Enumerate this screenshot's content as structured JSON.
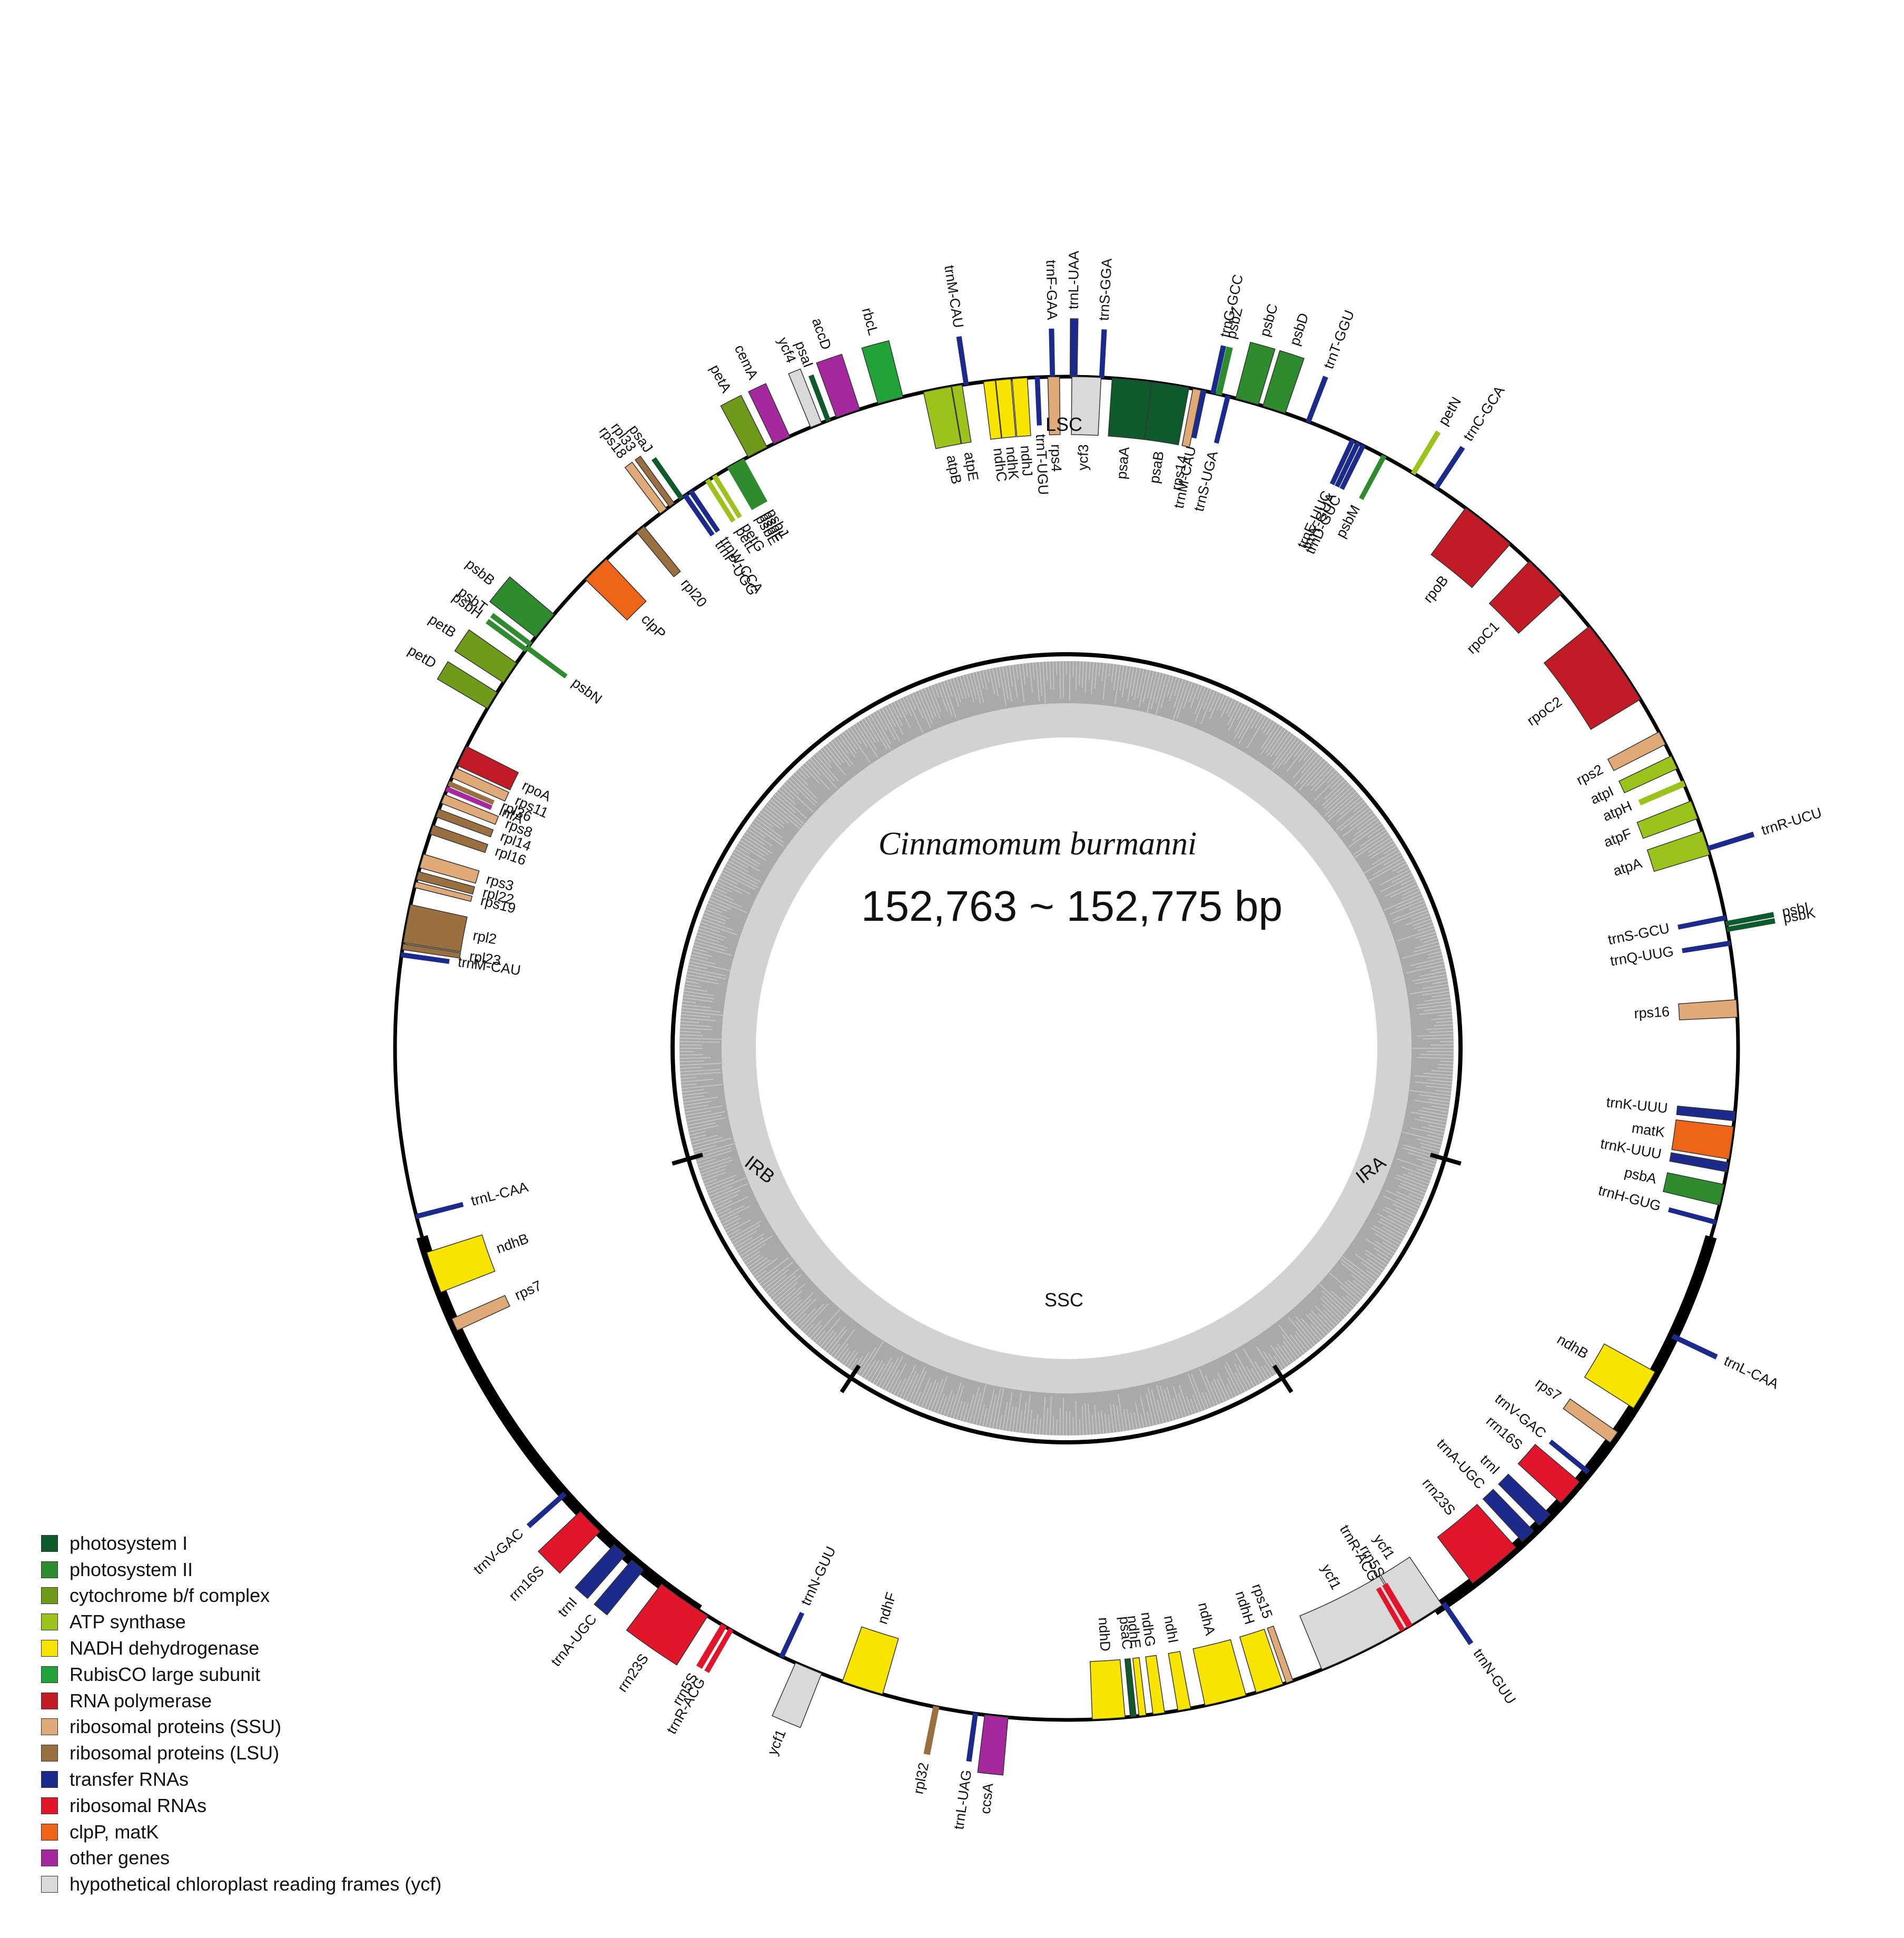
{
  "species": "Cinnamomum burmanni",
  "genome_length": "152,763 ~ 152,775 bp",
  "regions": [
    "LSC",
    "IRA",
    "SSC",
    "IRB"
  ],
  "colors": {
    "photosystem I": "#0f5a2d",
    "photosystem II": "#2e8b2e",
    "cytochrome b/f complex": "#6f9a1a",
    "ATP synthase": "#9cc21c",
    "NADH dehydrogenase": "#f7e400",
    "RubisCO large subunit": "#22a33a",
    "RNA polymerase": "#c11b26",
    "ribosomal proteins (SSU)": "#e0aa78",
    "ribosomal proteins (LSU)": "#9b7040",
    "transfer RNAs": "#1c2a8c",
    "ribosomal RNAs": "#e2162b",
    "clpP, matK": "#ee6418",
    "other genes": "#a5289e",
    "hypothetical chloroplast reading frames (ycf)": "#d9d9d9"
  },
  "legend": [
    "photosystem I",
    "photosystem II",
    "cytochrome b/f complex",
    "ATP synthase",
    "NADH dehydrogenase",
    "RubisCO large subunit",
    "RNA polymerase",
    "ribosomal proteins (SSU)",
    "ribosomal proteins (LSU)",
    "transfer RNAs",
    "ribosomal RNAs",
    "clpP, matK",
    "other genes",
    "hypothetical chloroplast reading frames (ycf)"
  ],
  "genes": [
    {
      "name": "trnL-UAA",
      "cat": "transfer RNAs",
      "pos": 0.6,
      "width": 0.6,
      "side": "out"
    },
    {
      "name": "trnF-GAA",
      "cat": "transfer RNAs",
      "pos": -1.2,
      "width": 0.3,
      "side": "out"
    },
    {
      "name": "trnS-GGA",
      "cat": "transfer RNAs",
      "pos": 3.0,
      "width": 0.3,
      "side": "out"
    },
    {
      "name": "trnM-CAU",
      "cat": "transfer RNAs",
      "pos": -8.6,
      "width": 0.3,
      "side": "out"
    },
    {
      "name": "atpE",
      "cat": "ATP synthase",
      "pos": -9.4,
      "width": 0.9,
      "side": "in"
    },
    {
      "name": "atpB",
      "cat": "ATP synthase",
      "pos": -11.1,
      "width": 2.4,
      "side": "in"
    },
    {
      "name": "rbcL",
      "cat": "RubisCO large subunit",
      "pos": -15.2,
      "width": 2.2,
      "side": "out"
    },
    {
      "name": "accD",
      "cat": "other genes",
      "pos": -19.0,
      "width": 2.1,
      "side": "out"
    },
    {
      "name": "psaI",
      "cat": "photosystem I",
      "pos": -20.8,
      "width": 0.3,
      "side": "out"
    },
    {
      "name": "ycf4",
      "cat": "hypothetical chloroplast reading frames (ycf)",
      "pos": -21.9,
      "width": 1.0,
      "side": "out"
    },
    {
      "name": "cemA",
      "cat": "other genes",
      "pos": -25.1,
      "width": 1.5,
      "side": "out"
    },
    {
      "name": "petA",
      "cat": "cytochrome b/f complex",
      "pos": -27.4,
      "width": 1.8,
      "side": "out"
    },
    {
      "name": "petL",
      "cat": "ATP synthase",
      "pos": -32.3,
      "width": 0.3,
      "side": "in"
    },
    {
      "name": "petG",
      "cat": "ATP synthase",
      "pos": -31.6,
      "width": 0.3,
      "side": "in"
    },
    {
      "name": "psbJ",
      "cat": "photosystem II",
      "pos": -28.9,
      "width": 0.3,
      "side": "in"
    },
    {
      "name": "psbL",
      "cat": "photosystem II",
      "pos": -29.3,
      "width": 0.3,
      "side": "in"
    },
    {
      "name": "psbF",
      "cat": "photosystem II",
      "pos": -29.7,
      "width": 0.3,
      "side": "in"
    },
    {
      "name": "psbE",
      "cat": "photosystem II",
      "pos": -30.1,
      "width": 0.3,
      "side": "in"
    },
    {
      "name": "psaJ",
      "cat": "photosystem I",
      "pos": -35.0,
      "width": 0.3,
      "side": "out"
    },
    {
      "name": "rpl33",
      "cat": "ribosomal proteins (LSU)",
      "pos": -36.0,
      "width": 0.5,
      "side": "out"
    },
    {
      "name": "rps18",
      "cat": "ribosomal proteins (SSU)",
      "pos": -36.9,
      "width": 0.7,
      "side": "out"
    },
    {
      "name": "trnW-CCA",
      "cat": "transfer RNAs",
      "pos": -34.0,
      "width": 0.3,
      "side": "in"
    },
    {
      "name": "trnP-UGG",
      "cat": "transfer RNAs",
      "pos": -34.6,
      "width": 0.3,
      "side": "in"
    },
    {
      "name": "rpl20",
      "cat": "ribosomal proteins (LSU)",
      "pos": -39.4,
      "width": 0.8,
      "side": "in"
    },
    {
      "name": "clpP",
      "cat": "clpP, matK",
      "pos": -44.5,
      "width": 2.5,
      "side": "in"
    },
    {
      "name": "psbB",
      "cat": "photosystem II",
      "pos": -51.0,
      "width": 2.5,
      "side": "out"
    },
    {
      "name": "psbT",
      "cat": "photosystem II",
      "pos": -53.0,
      "width": 0.3,
      "side": "out"
    },
    {
      "name": "psbH",
      "cat": "photosystem II",
      "pos": -53.6,
      "width": 0.3,
      "side": "out"
    },
    {
      "name": "psbN",
      "cat": "photosystem II",
      "pos": -53.4,
      "width": 0.3,
      "side": "in"
    },
    {
      "name": "petB",
      "cat": "cytochrome b/f complex",
      "pos": -56.0,
      "width": 2.0,
      "side": "out"
    },
    {
      "name": "petD",
      "cat": "cytochrome b/f complex",
      "pos": -58.8,
      "width": 1.6,
      "side": "out"
    },
    {
      "name": "rpoA",
      "cat": "RNA polymerase",
      "pos": -64.2,
      "width": 1.8,
      "side": "in"
    },
    {
      "name": "rps11",
      "cat": "ribosomal proteins (SSU)",
      "pos": -65.8,
      "width": 0.9,
      "side": "in"
    },
    {
      "name": "rpl36",
      "cat": "ribosomal proteins (LSU)",
      "pos": -66.8,
      "width": 0.3,
      "side": "in"
    },
    {
      "name": "infA",
      "cat": "other genes",
      "pos": -67.3,
      "width": 0.3,
      "side": "in"
    },
    {
      "name": "rps8",
      "cat": "ribosomal proteins (SSU)",
      "pos": -68.2,
      "width": 0.8,
      "side": "in"
    },
    {
      "name": "rpl14",
      "cat": "ribosomal proteins (LSU)",
      "pos": -69.5,
      "width": 0.7,
      "side": "in"
    },
    {
      "name": "rpl16",
      "cat": "ribosomal proteins (LSU)",
      "pos": -71.0,
      "width": 0.8,
      "side": "in"
    },
    {
      "name": "rps3",
      "cat": "ribosomal proteins (SSU)",
      "pos": -73.8,
      "width": 1.2,
      "side": "in"
    },
    {
      "name": "rpl22",
      "cat": "ribosomal proteins (LSU)",
      "pos": -75.1,
      "width": 0.7,
      "side": "in"
    },
    {
      "name": "rps19",
      "cat": "ribosomal proteins (SSU)",
      "pos": -75.9,
      "width": 0.5,
      "side": "in"
    },
    {
      "name": "rpl2",
      "cat": "ribosomal proteins (LSU)",
      "pos": -79.3,
      "width": 3.3,
      "side": "in"
    },
    {
      "name": "rpl23",
      "cat": "ribosomal proteins (LSU)",
      "pos": -81.3,
      "width": 0.5,
      "side": "in"
    },
    {
      "name": "trnM-CAU",
      "cat": "transfer RNAs",
      "pos": -82.0,
      "width": 0.3,
      "side": "in"
    },
    {
      "name": "trnL-CAA",
      "cat": "transfer RNAs",
      "pos": -104.5,
      "width": 0.3,
      "side": "in"
    },
    {
      "name": "ndhB",
      "cat": "NADH dehydrogenase",
      "pos": -109.5,
      "width": 3.6,
      "side": "in"
    },
    {
      "name": "rps7",
      "cat": "ribosomal proteins (SSU)",
      "pos": -114.3,
      "width": 1.1,
      "side": "in"
    },
    {
      "name": "trnV-GAC",
      "cat": "transfer RNAs",
      "pos": -131.6,
      "width": 0.3,
      "side": "out"
    },
    {
      "name": "rrn16S",
      "cat": "ribosomal RNAs",
      "pos": -134.8,
      "width": 2.4,
      "side": "out"
    },
    {
      "name": "trnI",
      "cat": "transfer RNAs",
      "pos": -138.3,
      "width": 1.3,
      "side": "out"
    },
    {
      "name": "trnA-UGC",
      "cat": "transfer RNAs",
      "pos": -140.3,
      "width": 1.3,
      "side": "out"
    },
    {
      "name": "rrn23S",
      "cat": "ribosomal RNAs",
      "pos": -145.3,
      "width": 4.8,
      "side": "out"
    },
    {
      "name": "rrn5S",
      "cat": "ribosomal RNAs",
      "pos": -149.3,
      "width": 0.4,
      "side": "out"
    },
    {
      "name": "trnR-ACG",
      "cat": "ribosomal RNAs",
      "pos": -150.0,
      "width": 0.3,
      "side": "out"
    },
    {
      "name": "trnN-GUU",
      "cat": "transfer RNAs",
      "pos": -154.9,
      "width": 0.3,
      "side": "in"
    },
    {
      "name": "ycf1",
      "cat": "hypothetical chloroplast reading frames (ycf)",
      "pos": -157.4,
      "width": 2.4,
      "side": "out"
    },
    {
      "name": "ndhF",
      "cat": "NADH dehydrogenase",
      "pos": -162.3,
      "width": 3.6,
      "side": "in"
    },
    {
      "name": "rpl32",
      "cat": "ribosomal proteins (LSU)",
      "pos": -168.8,
      "width": 0.4,
      "side": "out"
    },
    {
      "name": "trnL-UAG",
      "cat": "transfer RNAs",
      "pos": -172.2,
      "width": 0.3,
      "side": "out"
    },
    {
      "name": "ccsA",
      "cat": "other genes",
      "pos": -174.0,
      "width": 2.0,
      "side": "out"
    },
    {
      "name": "ndhD",
      "cat": "NADH dehydrogenase",
      "pos": 176.4,
      "width": 2.8,
      "side": "in"
    },
    {
      "name": "psaC",
      "cat": "photosystem I",
      "pos": 174.3,
      "width": 0.5,
      "side": "in"
    },
    {
      "name": "ndhE",
      "cat": "NADH dehydrogenase",
      "pos": 173.5,
      "width": 0.6,
      "side": "in"
    },
    {
      "name": "ndhG",
      "cat": "NADH dehydrogenase",
      "pos": 172.1,
      "width": 1.0,
      "side": "in"
    },
    {
      "name": "ndhI",
      "cat": "NADH dehydrogenase",
      "pos": 169.9,
      "width": 1.1,
      "side": "in"
    },
    {
      "name": "ndhA",
      "cat": "NADH dehydrogenase",
      "pos": 166.3,
      "width": 3.6,
      "side": "in"
    },
    {
      "name": "ndhH",
      "cat": "NADH dehydrogenase",
      "pos": 162.4,
      "width": 2.4,
      "side": "in"
    },
    {
      "name": "rps15",
      "cat": "ribosomal proteins (SSU)",
      "pos": 160.6,
      "width": 0.6,
      "side": "in"
    },
    {
      "name": "ycf1",
      "cat": "hypothetical chloroplast reading frames (ycf)",
      "pos": 153.5,
      "width": 8.3,
      "side": "in"
    },
    {
      "name": "ycf1",
      "cat": "hypothetical chloroplast reading frames (ycf)",
      "pos": 147.6,
      "width": 3.2,
      "side": "in"
    },
    {
      "name": "trnN-GUU",
      "cat": "transfer RNAs",
      "pos": 145.8,
      "width": 0.3,
      "side": "out"
    },
    {
      "name": "trnR-ACG",
      "cat": "ribosomal RNAs",
      "pos": 150.0,
      "width": 0.3,
      "side": "in"
    },
    {
      "name": "rrn5S",
      "cat": "ribosomal RNAs",
      "pos": 149.3,
      "width": 0.4,
      "side": "in"
    },
    {
      "name": "rrn23S",
      "cat": "ribosomal RNAs",
      "pos": 140.4,
      "width": 4.8,
      "side": "in"
    },
    {
      "name": "trnA-UGC",
      "cat": "transfer RNAs",
      "pos": 136.6,
      "width": 1.3,
      "side": "in"
    },
    {
      "name": "trnI",
      "cat": "transfer RNAs",
      "pos": 134.6,
      "width": 1.3,
      "side": "in"
    },
    {
      "name": "rrn16S",
      "cat": "ribosomal RNAs",
      "pos": 131.4,
      "width": 2.4,
      "side": "in"
    },
    {
      "name": "trnV-GAC",
      "cat": "transfer RNAs",
      "pos": 129.1,
      "width": 0.3,
      "side": "in"
    },
    {
      "name": "trnL-CAA",
      "cat": "transfer RNAs",
      "pos": 115.4,
      "width": 0.3,
      "side": "out"
    },
    {
      "name": "ndhB",
      "cat": "NADH dehydrogenase",
      "pos": 120.6,
      "width": 3.6,
      "side": "in"
    },
    {
      "name": "rps7",
      "cat": "ribosomal proteins (SSU)",
      "pos": 125.4,
      "width": 1.1,
      "side": "in"
    },
    {
      "name": "trnH-GUG",
      "cat": "transfer RNAs",
      "pos": 105.0,
      "width": 0.3,
      "side": "in"
    },
    {
      "name": "psbA",
      "cat": "photosystem II",
      "pos": 102.6,
      "width": 1.8,
      "side": "in"
    },
    {
      "name": "matK",
      "cat": "clpP, matK",
      "pos": 98.1,
      "width": 2.8,
      "side": "in"
    },
    {
      "name": "trnK-UUU",
      "cat": "transfer RNAs",
      "pos": 100.2,
      "width": 0.8,
      "side": "in"
    },
    {
      "name": "trnK-UUU",
      "cat": "transfer RNAs",
      "pos": 95.8,
      "width": 0.8,
      "side": "in"
    },
    {
      "name": "rps16",
      "cat": "ribosomal proteins (SSU)",
      "pos": 86.6,
      "width": 1.5,
      "side": "in"
    },
    {
      "name": "trnQ-UUG",
      "cat": "transfer RNAs",
      "pos": 81.0,
      "width": 0.3,
      "side": "in"
    },
    {
      "name": "psbK",
      "cat": "photosystem I",
      "pos": 79.8,
      "width": 0.3,
      "side": "out"
    },
    {
      "name": "psbI",
      "cat": "photosystem I",
      "pos": 79.3,
      "width": 0.3,
      "side": "out"
    },
    {
      "name": "trnS-GCU",
      "cat": "transfer RNAs",
      "pos": 78.8,
      "width": 0.3,
      "side": "in"
    },
    {
      "name": "trnR-UCU",
      "cat": "transfer RNAs",
      "pos": 72.7,
      "width": 0.3,
      "side": "out"
    },
    {
      "name": "atpA",
      "cat": "ATP synthase",
      "pos": 72.2,
      "width": 2.1,
      "side": "in"
    },
    {
      "name": "atpF",
      "cat": "ATP synthase",
      "pos": 69.2,
      "width": 1.6,
      "side": "in"
    },
    {
      "name": "atpH",
      "cat": "ATP synthase",
      "pos": 66.8,
      "width": 0.4,
      "side": "in"
    },
    {
      "name": "atpI",
      "cat": "ATP synthase",
      "pos": 64.8,
      "width": 1.2,
      "side": "in"
    },
    {
      "name": "rps2",
      "cat": "ribosomal proteins (SSU)",
      "pos": 62.5,
      "width": 1.2,
      "side": "in"
    },
    {
      "name": "rpoC2",
      "cat": "RNA polymerase",
      "pos": 54.9,
      "width": 7.6,
      "side": "in"
    },
    {
      "name": "rpoC1",
      "cat": "RNA polymerase",
      "pos": 45.5,
      "width": 3.9,
      "side": "in"
    },
    {
      "name": "rpoB",
      "cat": "RNA polymerase",
      "pos": 38.9,
      "width": 4.9,
      "side": "in"
    },
    {
      "name": "trnC-GCA",
      "cat": "transfer RNAs",
      "pos": 33.4,
      "width": 0.3,
      "side": "out"
    },
    {
      "name": "petN",
      "cat": "ATP synthase",
      "pos": 31.1,
      "width": 0.3,
      "side": "out"
    },
    {
      "name": "psbM",
      "cat": "photosystem II",
      "pos": 28.2,
      "width": 0.3,
      "side": "in"
    },
    {
      "name": "trnD-GUC",
      "cat": "transfer RNAs",
      "pos": 26.2,
      "width": 0.3,
      "side": "in"
    },
    {
      "name": "trnY-GUA",
      "cat": "transfer RNAs",
      "pos": 25.7,
      "width": 0.3,
      "side": "in"
    },
    {
      "name": "trnE-UUC",
      "cat": "transfer RNAs",
      "pos": 25.2,
      "width": 0.3,
      "side": "in"
    },
    {
      "name": "trnT-GGU",
      "cat": "transfer RNAs",
      "pos": 21.1,
      "width": 0.3,
      "side": "out"
    },
    {
      "name": "psbD",
      "cat": "photosystem II",
      "pos": 18.0,
      "width": 2.0,
      "side": "out"
    },
    {
      "name": "psbC",
      "cat": "photosystem II",
      "pos": 15.6,
      "width": 2.0,
      "side": "out"
    },
    {
      "name": "trnS-UGA",
      "cat": "transfer RNAs",
      "pos": 13.9,
      "width": 0.3,
      "side": "in"
    },
    {
      "name": "psbZ",
      "cat": "photosystem II",
      "pos": 13.1,
      "width": 0.4,
      "side": "out"
    },
    {
      "name": "trnG-GCC",
      "cat": "transfer RNAs",
      "pos": 12.6,
      "width": 0.3,
      "side": "out"
    },
    {
      "name": "trnM-CAU",
      "cat": "transfer RNAs",
      "pos": 11.8,
      "width": 0.3,
      "side": "in"
    },
    {
      "name": "rps14",
      "cat": "ribosomal proteins (SSU)",
      "pos": 11.2,
      "width": 0.7,
      "side": "in"
    },
    {
      "name": "psaB",
      "cat": "photosystem I",
      "pos": 8.9,
      "width": 3.2,
      "side": "in"
    },
    {
      "name": "psaA",
      "cat": "photosystem I",
      "pos": 5.6,
      "width": 3.4,
      "side": "in"
    },
    {
      "name": "ycf3",
      "cat": "hypothetical chloroplast reading frames (ycf)",
      "pos": 1.7,
      "width": 2.5,
      "side": "in"
    },
    {
      "name": "rps4",
      "cat": "ribosomal proteins (SSU)",
      "pos": -1.1,
      "width": 1.0,
      "side": "in"
    },
    {
      "name": "trnT-UGU",
      "cat": "transfer RNAs",
      "pos": -2.5,
      "width": 0.3,
      "side": "in"
    },
    {
      "name": "ndhJ",
      "cat": "NADH dehydrogenase",
      "pos": -4.0,
      "width": 1.3,
      "side": "in"
    },
    {
      "name": "ndhK",
      "cat": "NADH dehydrogenase",
      "pos": -5.4,
      "width": 1.3,
      "side": "in"
    },
    {
      "name": "ndhC",
      "cat": "NADH dehydrogenase",
      "pos": -6.6,
      "width": 1.0,
      "side": "in"
    }
  ]
}
